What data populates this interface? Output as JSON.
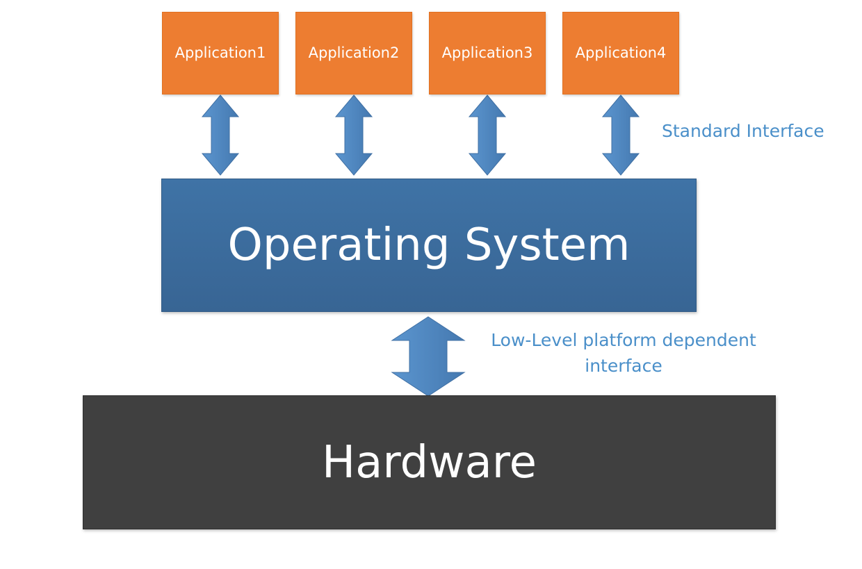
{
  "applications": [
    {
      "label": "Application1"
    },
    {
      "label": "Application2"
    },
    {
      "label": "Application3"
    },
    {
      "label": "Application4"
    }
  ],
  "operating_system": {
    "label": "Operating System"
  },
  "hardware": {
    "label": "Hardware"
  },
  "annotations": {
    "standard_interface": "Standard Interface",
    "low_level_interface": "Low-Level platform dependent interface"
  },
  "colors": {
    "application": "#ed7d31",
    "operating_system": "#3d6e9e",
    "hardware": "#404040",
    "arrow": "#4f88c3",
    "annotation_text": "#4a8fc9"
  }
}
